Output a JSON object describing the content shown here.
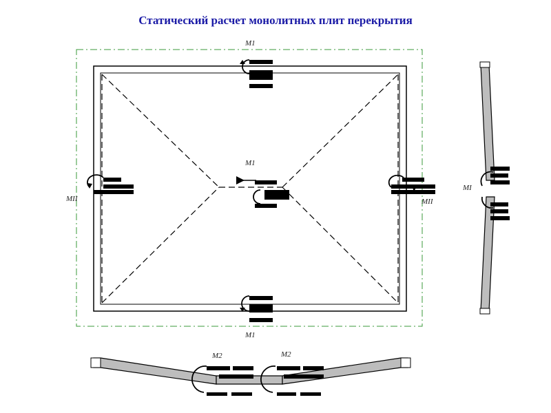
{
  "title": "Статический расчет монолитных плит перекрытия",
  "labels": {
    "top": "M1",
    "center": "M1",
    "bottom": "M1",
    "left": "MII",
    "right": "MII",
    "side_view": "MI",
    "bottom_left": "M2",
    "bottom_right": "M2"
  },
  "colors": {
    "title": "#1a1aa6",
    "line": "#000000",
    "axis": "#3a9a3a",
    "member_fill": "#bdbdbd"
  }
}
